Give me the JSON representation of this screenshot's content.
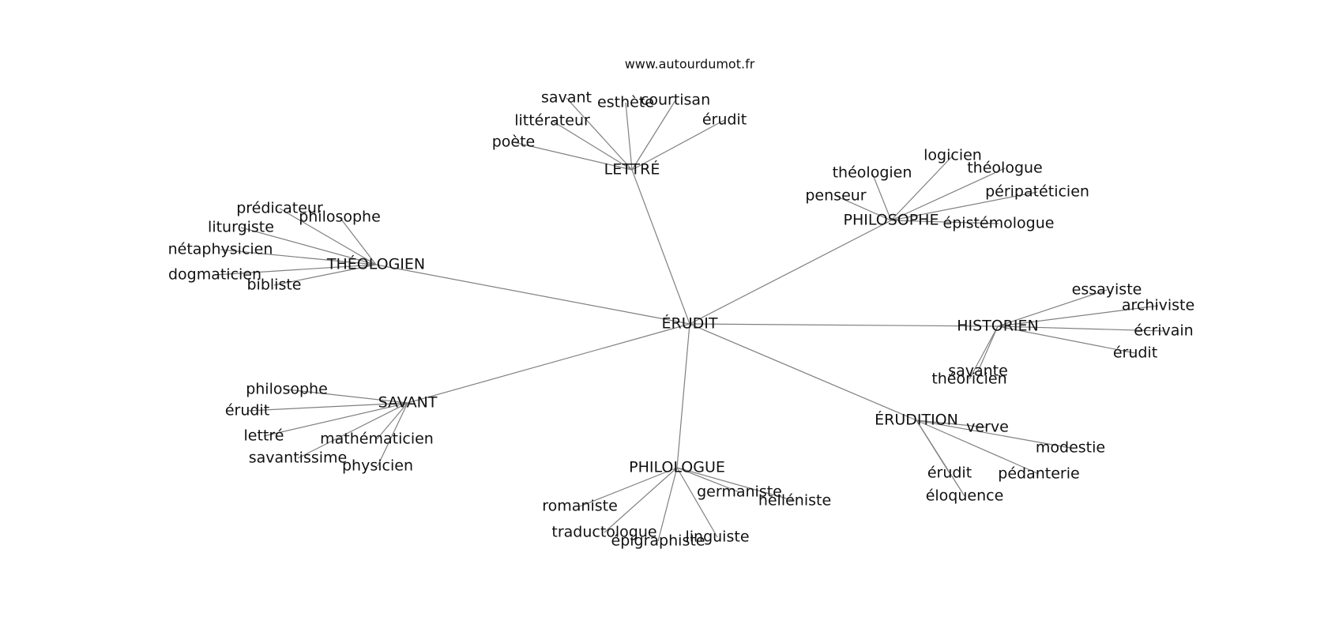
{
  "site": "www.autourdumot.fr",
  "center": "ÉRUDIT",
  "clusters": [
    {
      "label": "LETTRÉ",
      "leaves": [
        "savant",
        "esthète",
        "courtisan",
        "littérateur",
        "érudit",
        "poète"
      ]
    },
    {
      "label": "PHILOSOPHE",
      "leaves": [
        "logicien",
        "théologien",
        "théologue",
        "penseur",
        "péripatéticien",
        "épistémologue"
      ]
    },
    {
      "label": "THÉOLOGIEN",
      "leaves": [
        "prédicateur",
        "philosophe",
        "liturgiste",
        "nétaphysicien",
        "dogmaticien",
        "bibliste"
      ]
    },
    {
      "label": "HISTORIEN",
      "leaves": [
        "essayiste",
        "archiviste",
        "écrivain",
        "érudit",
        "savante",
        "théoricien"
      ]
    },
    {
      "label": "ÉRUDITION",
      "leaves": [
        "verve",
        "modestie",
        "érudit",
        "pédanterie",
        "éloquence"
      ]
    },
    {
      "label": "SAVANT",
      "leaves": [
        "philosophe",
        "érudit",
        "lettré",
        "mathématicien",
        "savantissime",
        "physicien"
      ]
    },
    {
      "label": "PHILOLOGUE",
      "leaves": [
        "germaniste",
        "helléniste",
        "romaniste",
        "traductologue",
        "épigraphiste",
        "linguiste"
      ]
    }
  ]
}
